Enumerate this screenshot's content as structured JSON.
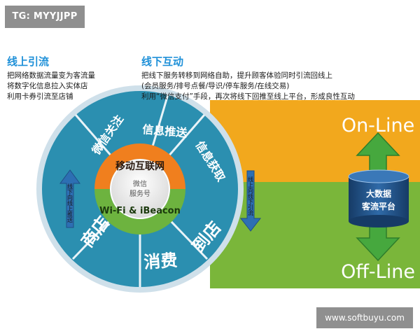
{
  "tag": "TG: MYYJJPP",
  "watermark": "www.softbuyu.com",
  "online": {
    "title": "线上引流",
    "lines": [
      "把网络数据流量变为客流量",
      "将数字化信息拉入实体店",
      "利用卡券引流至店铺"
    ]
  },
  "offline": {
    "title": "线下互动",
    "lines": [
      "把线下服务转移到网络自助，提升顾客体验同时引流回线上",
      "(会员服务/排号点餐/导识/停车服务/在线交易)",
      "利用“微信支付”手段，再次将线下回推至线上平台，形成良性互动"
    ]
  },
  "wheel": {
    "top_segments": [
      "微信关注",
      "信息推送",
      "信息获取"
    ],
    "bottom_segments": [
      "商店",
      "消费",
      "到店"
    ],
    "mobile_ring": "移动互联网",
    "wifi_ring": "Wi-Fi & iBeacon",
    "center": [
      "微信",
      "服务号"
    ],
    "left_arrow": "线下向线上推送",
    "right_arrow": "线上向线下引流"
  },
  "right_panel": {
    "on_line": "On-Line",
    "off_line": "Off-Line",
    "platform": [
      "大数据",
      "客流平台"
    ]
  },
  "colors": {
    "title_blue": "#1e90d8",
    "online_band": "#f2a81d",
    "offline_band": "#7ab63a",
    "wheel_teal": "#2b8fb0",
    "mobile_orange": "#f07f1e",
    "wifi_green": "#6db33f",
    "cylinder": "#1f4f86"
  },
  "icons": {
    "arrow_up": "green-up-arrow",
    "arrow_down": "green-down-arrow"
  }
}
